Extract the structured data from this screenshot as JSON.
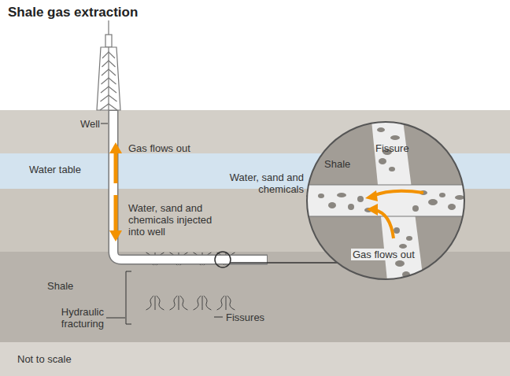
{
  "diagram": {
    "title": "Shale gas extraction",
    "nodes": [
      {
        "text": [
          "Water table"
        ]
      },
      {
        "text": [
          "Shale"
        ]
      },
      {
        "text": [
          "Shale",
          "Fissure",
          "Gas flows out"
        ]
      }
    ],
    "labels": [
      "Well",
      "Gas flows out",
      "Water, sand and chemicals injected into well",
      "Hydraulic fracturing",
      "Fissures",
      "Water, sand and chemicals",
      "Not to scale"
    ]
  }
}
